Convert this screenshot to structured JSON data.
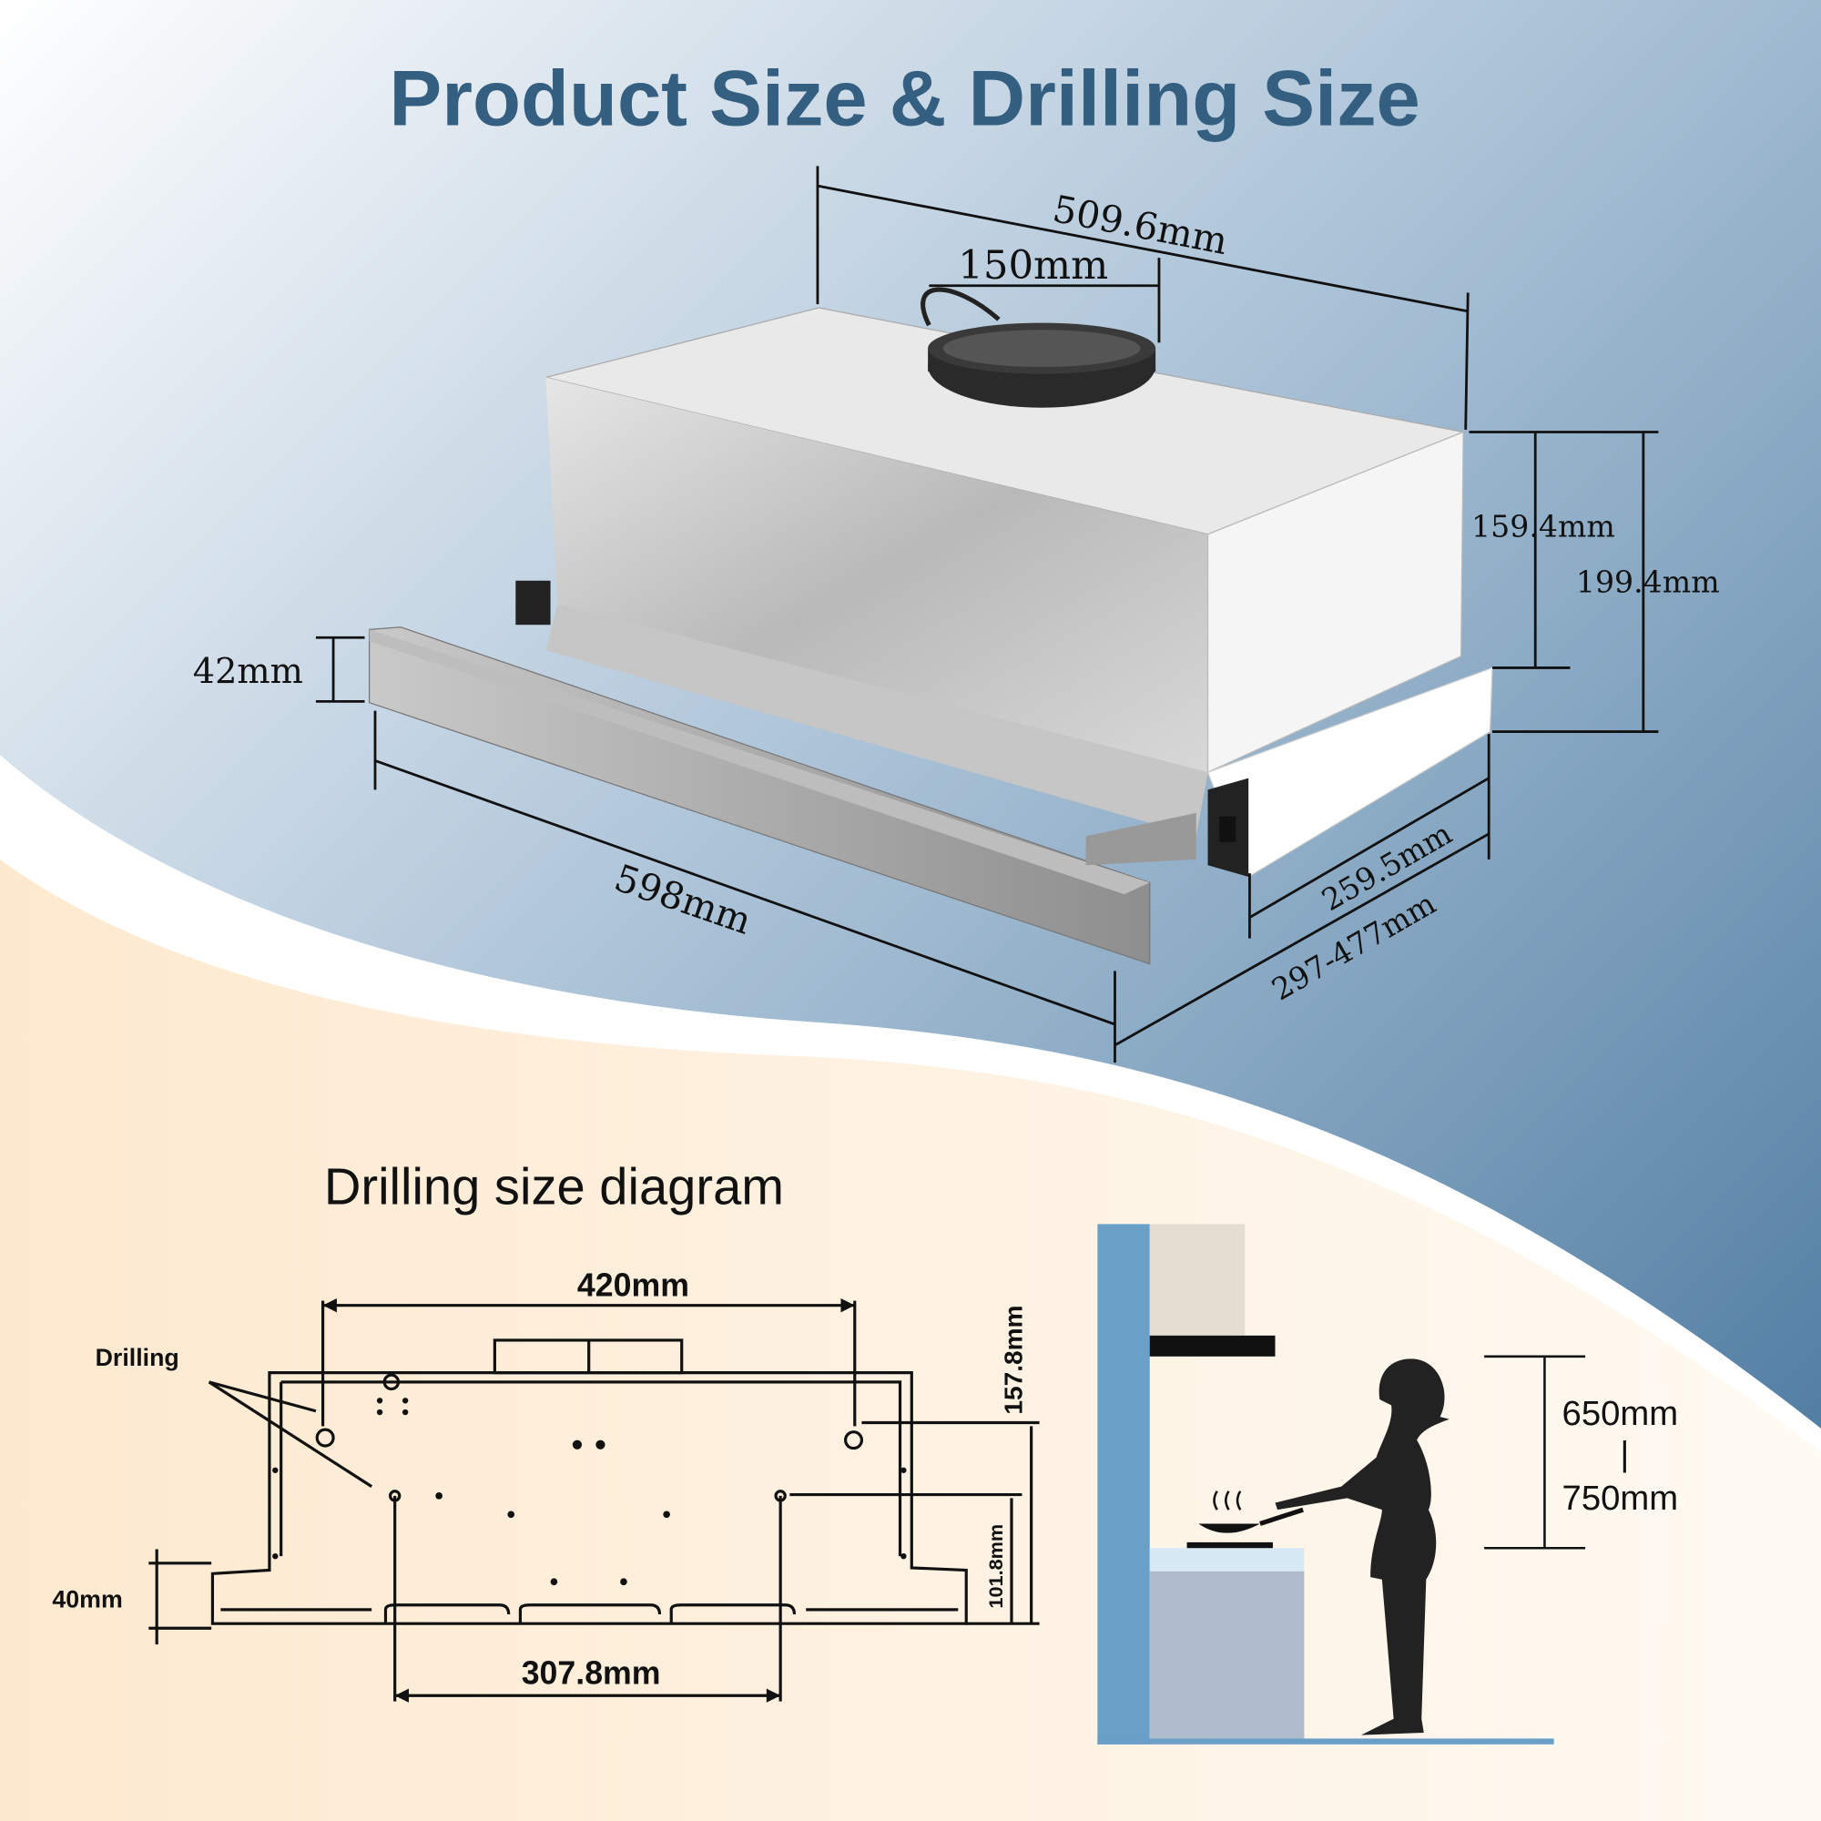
{
  "title": "Product Size & Drilling Size",
  "product_dimensions": {
    "width_top": "509.6mm",
    "duct_diameter": "150mm",
    "height_body": "159.4mm",
    "height_total": "199.4mm",
    "front_panel_height": "42mm",
    "width_front": "598mm",
    "depth_body": "259.5mm",
    "depth_extended": "297-477mm"
  },
  "drilling": {
    "heading": "Drilling size diagram",
    "label": "Drilling",
    "top_hole_spacing": "420mm",
    "bottom_hole_spacing": "307.8mm",
    "top_hole_height": "157.8mm",
    "bottom_hole_height": "101.8mm",
    "side_height": "40mm"
  },
  "installation": {
    "height_min": "650mm",
    "separator": "|",
    "height_max": "750mm"
  },
  "colors": {
    "title": "#355f80",
    "blue_bg": "#4f7ea3",
    "cream_bg": "#fdebd3"
  }
}
